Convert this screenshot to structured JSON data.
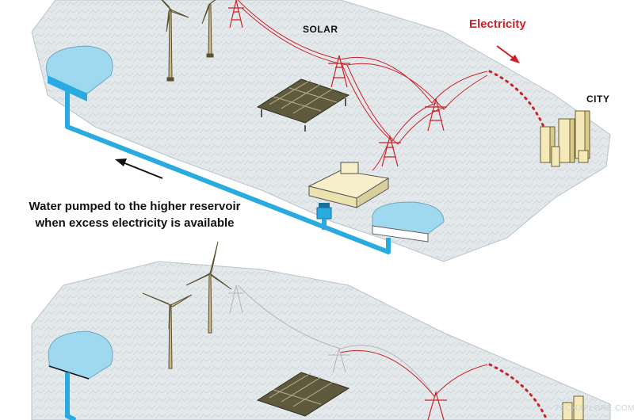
{
  "labels": {
    "solar": "SOLAR",
    "city": "CITY",
    "electricity": "Electricity",
    "caption_line1": "Water pumped to the higher reservoir",
    "caption_line2": "when excess electricity is available",
    "watermark": "TECHXPLORE.COM"
  },
  "colors": {
    "water": "#9fd9ef",
    "pipe": "#29abe2",
    "electricity": "#cc2229",
    "terrain": "#dde3e6",
    "turbine": "#c8b98a",
    "building": "#f4e9b8"
  },
  "icons": [
    "wind-turbine-icon",
    "transmission-tower-icon",
    "solar-panel-icon",
    "power-plant-icon",
    "pump-icon",
    "city-buildings-icon",
    "arrow-icon"
  ]
}
